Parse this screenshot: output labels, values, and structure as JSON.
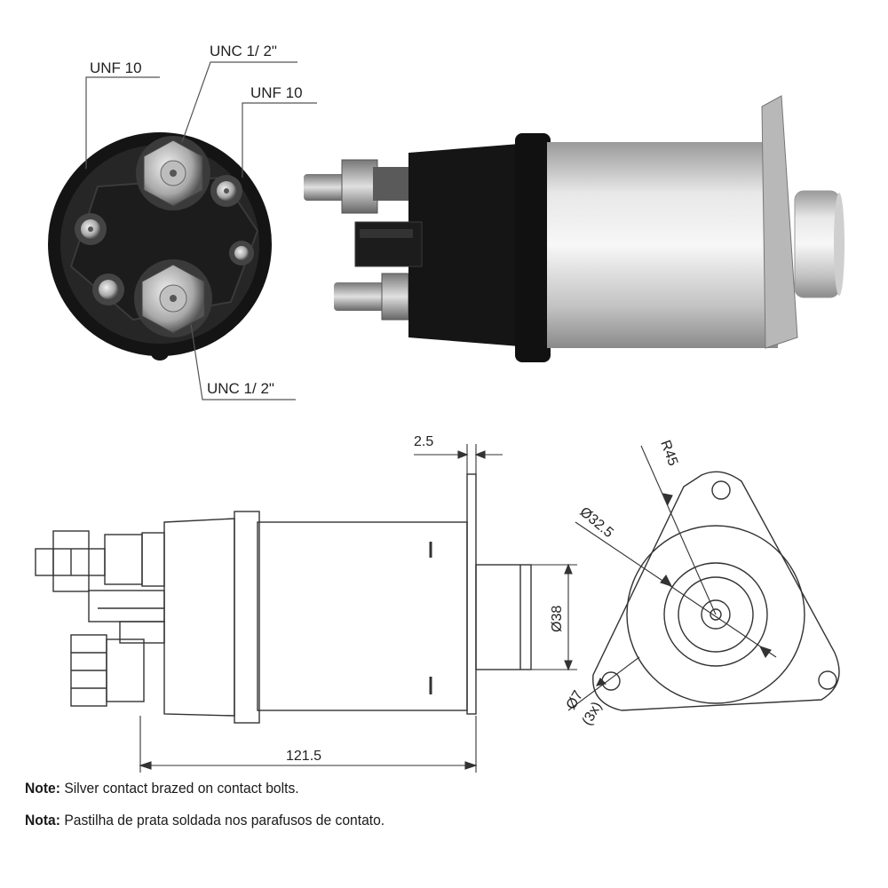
{
  "callouts": {
    "unf_left": "UNF 10",
    "unc_top": "UNC 1/ 2\"",
    "unf_right": "UNF 10",
    "unc_bottom": "UNC 1/ 2\""
  },
  "dimensions": {
    "flange_thickness": "2.5",
    "bolt_circle_radius": "R45",
    "body_diameter": "Ø32.5",
    "plunger_diameter": "Ø38",
    "hole_diameter": "Ø7",
    "hole_count": "(3x)",
    "overall_length": "121.5"
  },
  "notes": [
    {
      "prefix": "Note:",
      "text": " Silver contact brazed on contact bolts."
    },
    {
      "prefix": "Nota:",
      "text": " Pastilha de prata soldada nos parafusos de contato."
    }
  ],
  "colors": {
    "line": "#333333",
    "terminal_body": "#161616",
    "can": "#d4d4d4"
  }
}
